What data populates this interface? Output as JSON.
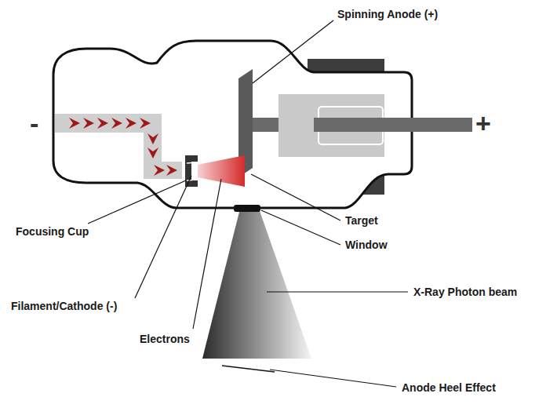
{
  "diagram": {
    "labels": [
      "-",
      "+",
      "Spinning Anode (+)",
      "Focusing Cup",
      "Filament/Cathode (-)",
      "Electrons",
      "Target",
      "Window",
      "X-Ray Photon beam",
      "Anode Heel Effect"
    ]
  }
}
